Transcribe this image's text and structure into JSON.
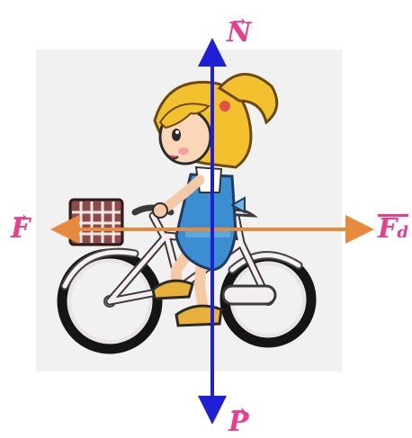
{
  "forces": {
    "normal": {
      "symbol": "N",
      "arrow_color": "#1f1fd6"
    },
    "weight": {
      "symbol": "P",
      "arrow_color": "#1f1fd6"
    },
    "applied": {
      "symbol": "F",
      "arrow_color": "#e88a3c"
    },
    "resistance": {
      "symbol": "F",
      "subscript": "d",
      "arrow_color": "#e88a3c"
    }
  },
  "colors": {
    "label": "#e83e8c",
    "panel_background": "#f1f1f1"
  },
  "illustration": {
    "subject": "girl-riding-bicycle"
  }
}
